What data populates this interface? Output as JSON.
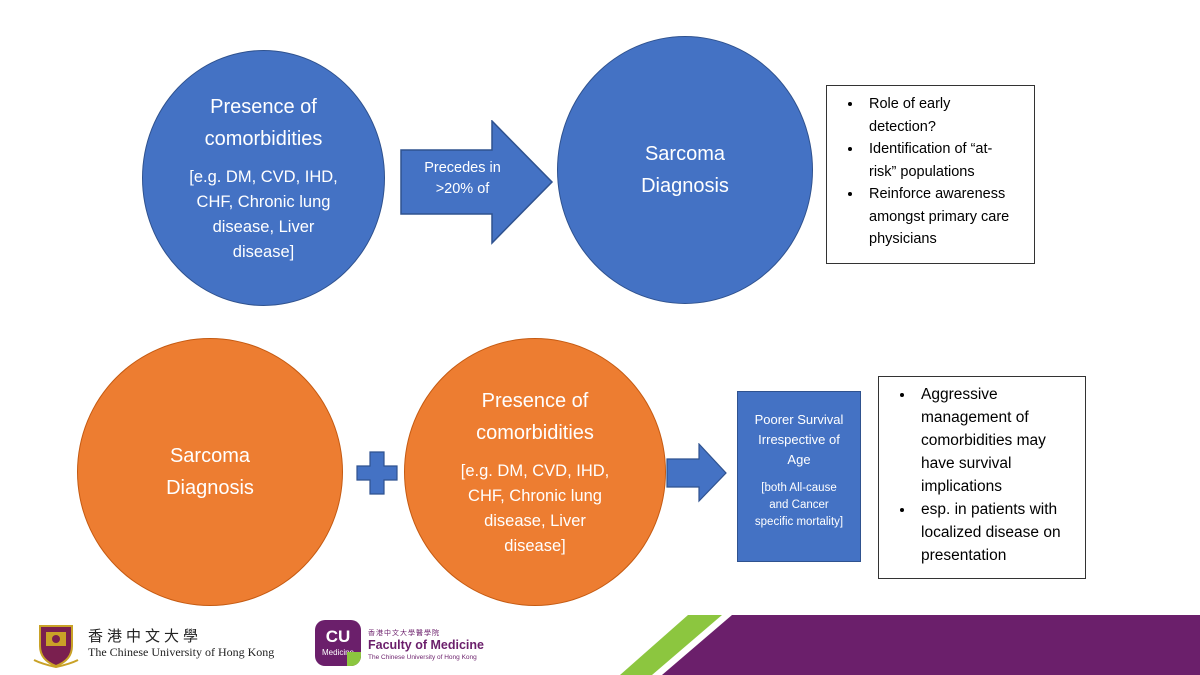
{
  "top_row": {
    "left_circle": {
      "title_line1": "Presence of",
      "title_line2": "comorbidities",
      "detail_lines": [
        "[e.g. DM, CVD, IHD,",
        "CHF, Chronic lung",
        "disease, Liver",
        "disease]"
      ]
    },
    "arrow": {
      "line1": "Precedes in",
      "line2": ">20% of"
    },
    "right_circle": {
      "line1": "Sarcoma",
      "line2": "Diagnosis"
    },
    "note_box": {
      "items": [
        [
          "Role of early",
          "detection?"
        ],
        [
          "Identification of “at-",
          "risk” populations"
        ],
        [
          "Reinforce awareness",
          "amongst primary care",
          "physicians"
        ]
      ]
    }
  },
  "bottom_row": {
    "left_circle": {
      "line1": "Sarcoma",
      "line2": "Diagnosis"
    },
    "plus": "+",
    "middle_circle": {
      "title_line1": "Presence of",
      "title_line2": "comorbidities",
      "detail_lines": [
        "[e.g. DM, CVD, IHD,",
        "CHF, Chronic lung",
        "disease, Liver",
        "disease]"
      ]
    },
    "outcome_box": {
      "title_lines": [
        "Poorer Survival",
        "Irrespective of",
        "Age"
      ],
      "detail_lines": [
        "[both All-cause",
        "and Cancer",
        "specific mortality]"
      ]
    },
    "note_box": {
      "items": [
        [
          "Aggressive",
          "management of",
          "comorbidities may",
          "have survival",
          "implications"
        ],
        [
          "esp. in patients with",
          "localized disease on",
          "presentation"
        ]
      ]
    }
  },
  "footer": {
    "cuhk_chinese": "香港中文大學",
    "cuhk_english": "The Chinese University of Hong Kong",
    "med_badge_line1": "CU",
    "med_badge_line2": "Medicine",
    "med_chinese": "香港中文大學醫學院",
    "med_english": "Faculty of Medicine",
    "med_english_sub": "The Chinese University of Hong Kong"
  },
  "colors": {
    "blue": "#4472c4",
    "orange": "#ed7d31",
    "green_stripe": "#8cc63f",
    "purple_band": "#6b1f6b"
  }
}
